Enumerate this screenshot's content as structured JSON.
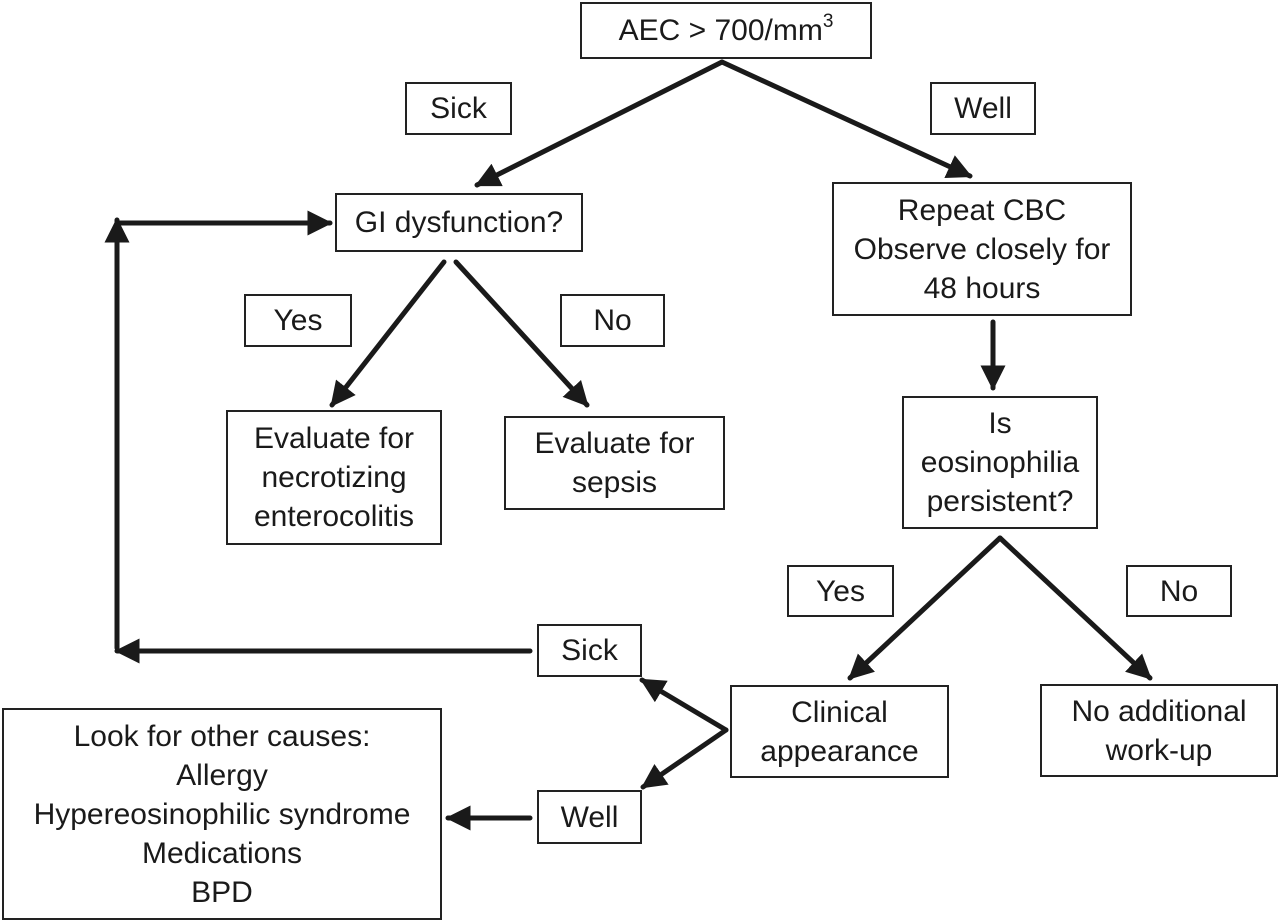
{
  "nodes": {
    "aec": {
      "text": "AEC > 700/mm",
      "sup": "3"
    },
    "sick_top": "Sick",
    "well_top": "Well",
    "gi": "GI dysfunction?",
    "repeat": [
      "Repeat CBC",
      "Observe closely for",
      "48 hours"
    ],
    "yes_left": "Yes",
    "no_left": "No",
    "nec": [
      "Evaluate for",
      "necrotizing",
      "enterocolitis"
    ],
    "sepsis": [
      "Evaluate for",
      "sepsis"
    ],
    "persistent": [
      "Is",
      "eosinophilia",
      "persistent?"
    ],
    "yes_right": "Yes",
    "no_right": "No",
    "sick_bottom": "Sick",
    "clinical": [
      "Clinical",
      "appearance"
    ],
    "no_workup": [
      "No additional",
      "work-up"
    ],
    "other": [
      "Look for other causes:",
      "Allergy",
      "Hypereosinophilic syndrome",
      "Medications",
      "BPD"
    ],
    "well_bottom": "Well"
  },
  "colors": {
    "stroke": "#1a1a1a",
    "box_border": "#222222"
  }
}
